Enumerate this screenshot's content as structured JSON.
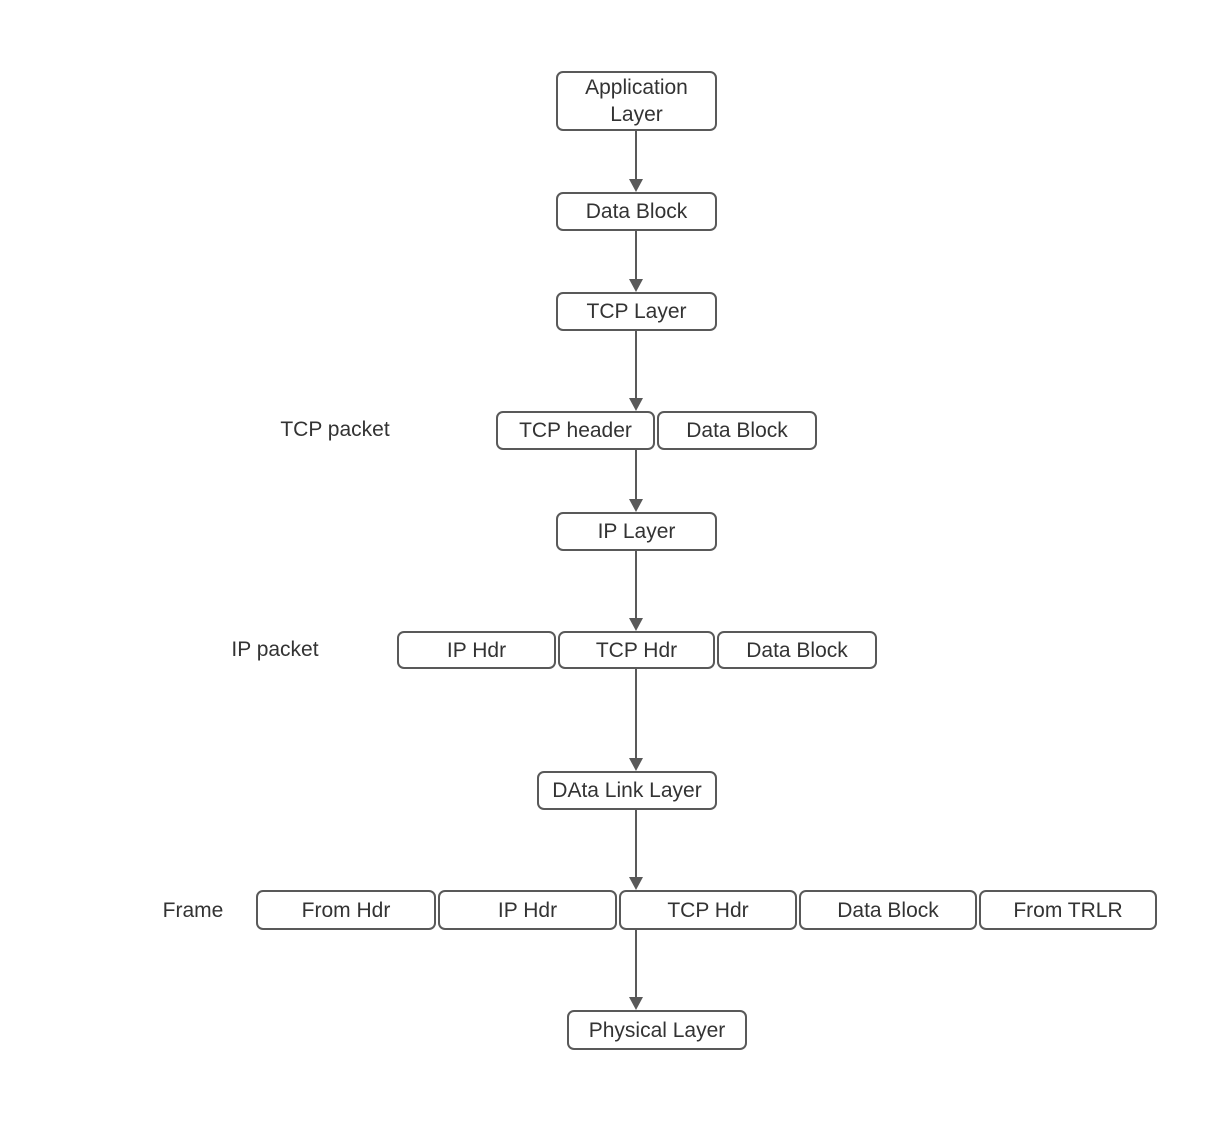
{
  "diagram": {
    "description": "TCP/IP encapsulation flow diagram",
    "nodes": {
      "application_layer": "Application Layer",
      "app_data_block": "Data Block",
      "tcp_layer": "TCP Layer",
      "tcp_header": "TCP header",
      "tcp_data_block": "Data Block",
      "ip_layer": "IP Layer",
      "ip_hdr": "IP Hdr",
      "ip_tcp_hdr": "TCP Hdr",
      "ip_data_block": "Data Block",
      "data_link_layer": "DAta Link Layer",
      "frame_from_hdr": "From Hdr",
      "frame_ip_hdr": "IP Hdr",
      "frame_tcp_hdr": "TCP Hdr",
      "frame_data_block": "Data Block",
      "frame_from_trlr": "From TRLR",
      "physical_layer": "Physical Layer"
    },
    "labels": {
      "tcp_packet": "TCP packet",
      "ip_packet": "IP packet",
      "frame": "Frame"
    },
    "colors": {
      "border": "#595959",
      "arrow": "#595959",
      "text": "#333333",
      "background": "#ffffff"
    }
  }
}
